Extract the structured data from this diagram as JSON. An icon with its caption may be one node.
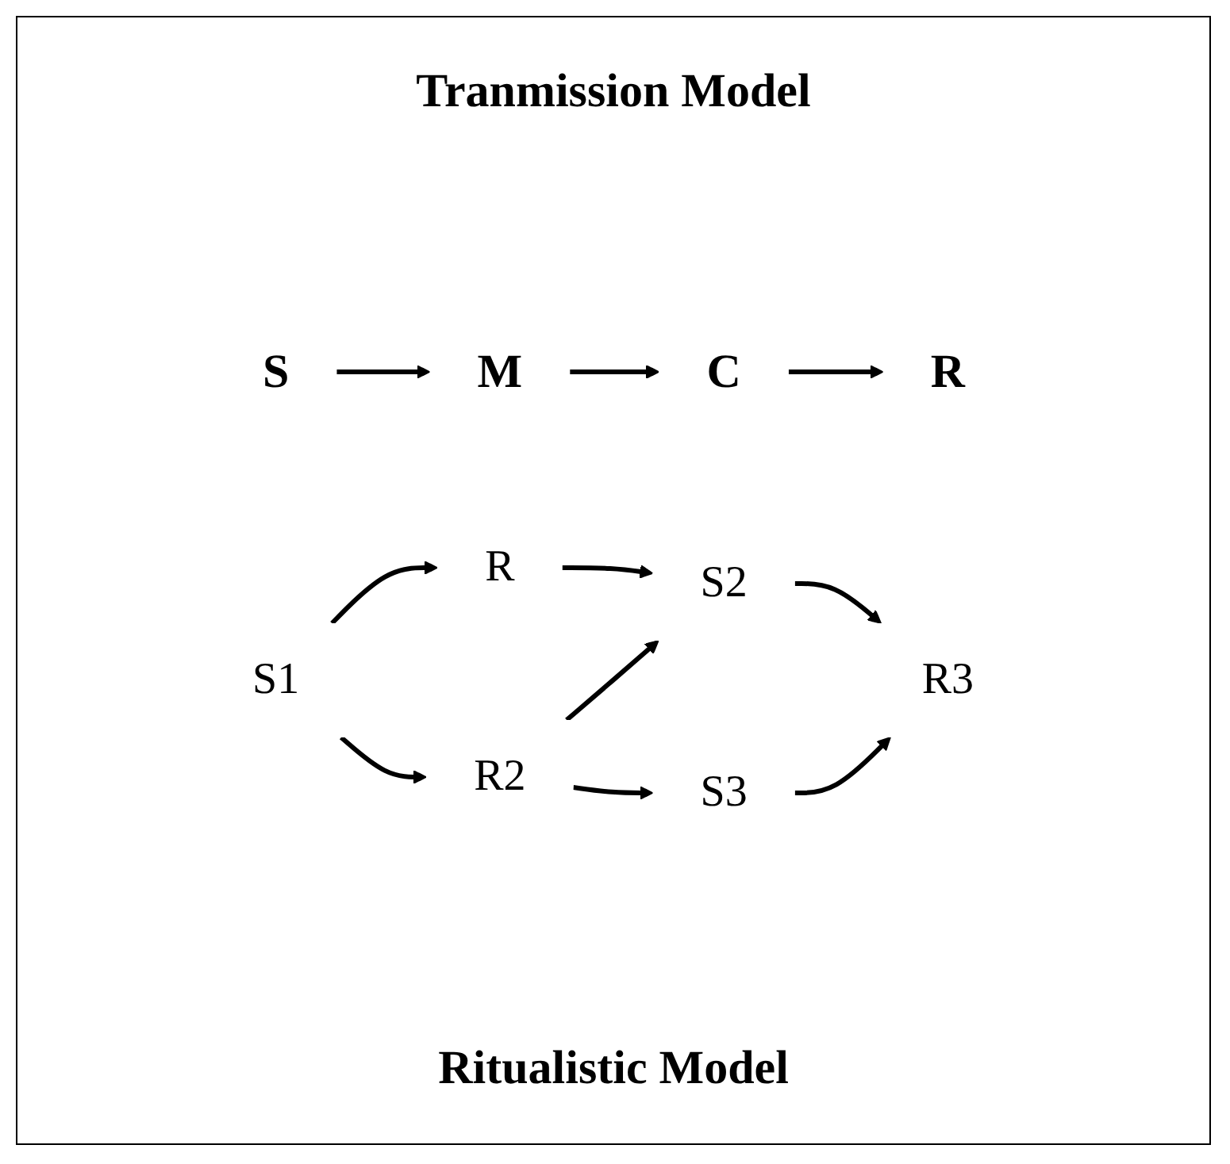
{
  "diagram": {
    "nodes": [
      {
        "text": [
          "S"
        ]
      },
      {
        "text": [
          "M"
        ]
      },
      {
        "text": [
          "C"
        ]
      },
      {
        "text": [
          "R"
        ]
      },
      {
        "text": [
          "S1"
        ]
      },
      {
        "text": [
          "R"
        ]
      },
      {
        "text": [
          "R2"
        ]
      },
      {
        "text": [
          "S2"
        ]
      },
      {
        "text": [
          "S3"
        ]
      },
      {
        "text": [
          "R3"
        ]
      }
    ],
    "edges": [
      {
        "from": 0,
        "to": 1,
        "arrow": "to"
      },
      {
        "from": 1,
        "to": 2,
        "arrow": "to"
      },
      {
        "from": 2,
        "to": 3,
        "arrow": "to"
      },
      {
        "from": 4,
        "to": 5,
        "arrow": "to"
      },
      {
        "from": 4,
        "to": 6,
        "arrow": "to"
      },
      {
        "from": 5,
        "to": 7,
        "arrow": "to"
      },
      {
        "from": 6,
        "to": 7,
        "arrow": "to"
      },
      {
        "from": 6,
        "to": 8,
        "arrow": "to"
      },
      {
        "from": 7,
        "to": 9,
        "arrow": "to"
      },
      {
        "from": 8,
        "to": 9,
        "arrow": "to"
      }
    ],
    "labels": [
      "Tranmission Model",
      "Ritualistic Model"
    ]
  }
}
